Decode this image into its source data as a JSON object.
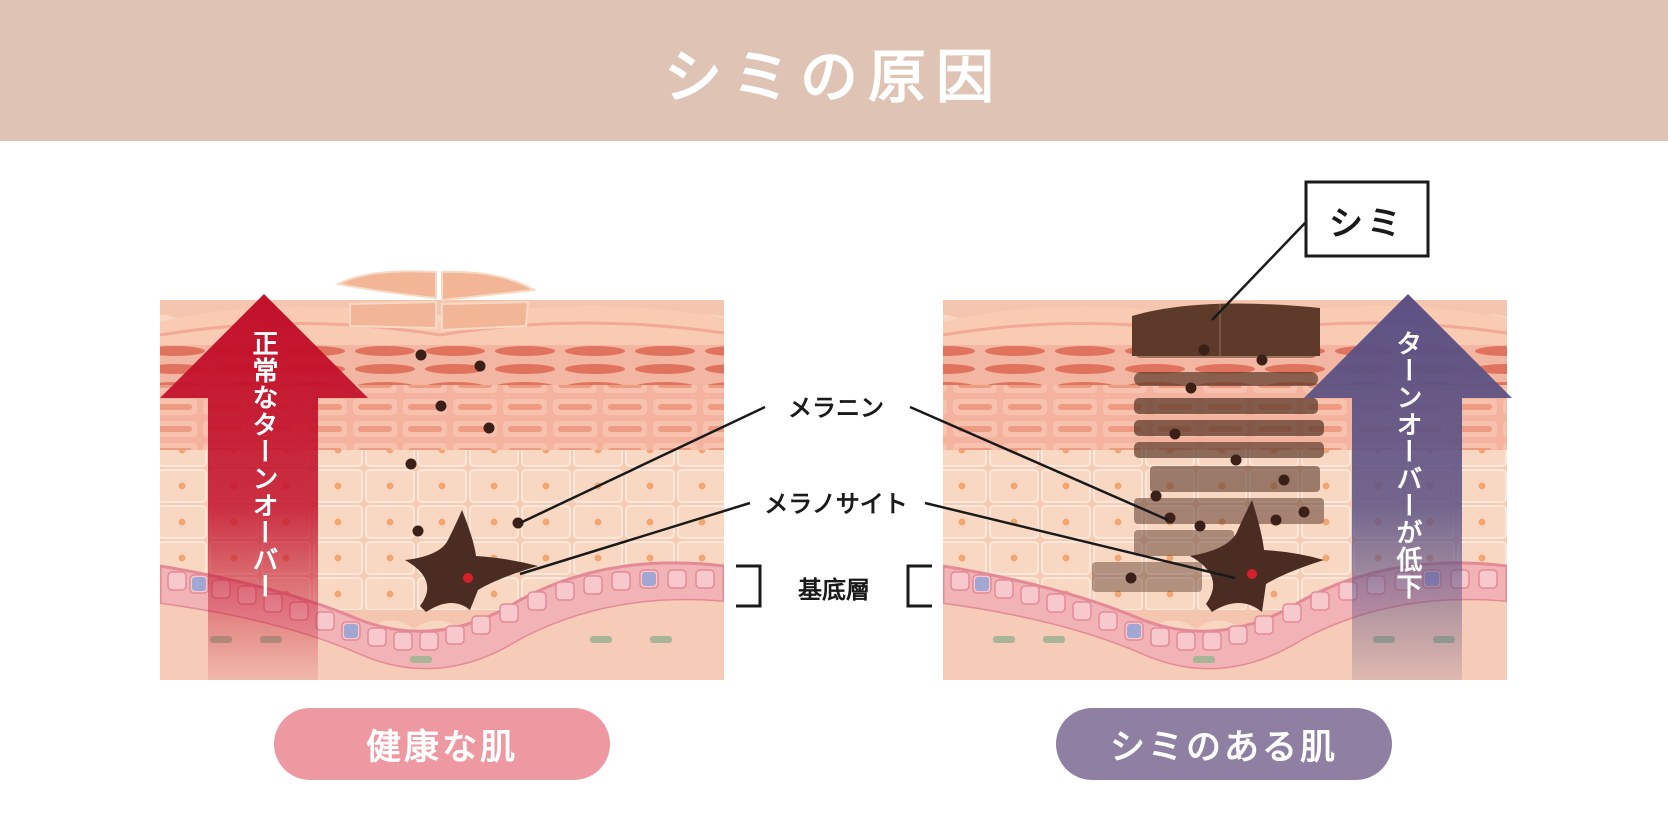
{
  "header": {
    "title": "シミの原因",
    "bg_color": "#dfc3b5"
  },
  "panels": {
    "healthy": {
      "label": "健康な肌",
      "label_color": "#ee98a2",
      "arrow_text": "正常なターンオーバー",
      "arrow_color": "#c2102a"
    },
    "spots": {
      "label": "シミのある肌",
      "label_color": "#8f7fa2",
      "arrow_text": "ターンオーバーが低下",
      "arrow_color": "#5c5183",
      "spot_box_label": "シミ"
    }
  },
  "callouts": {
    "melanin": "メラニン",
    "melanocyte": "メラノサイト",
    "basal_layer": "基底層"
  },
  "colors": {
    "skin_base": "#f4c7ae",
    "skin_light": "#f8dbc6",
    "cell_row": "#f0a894",
    "cell_row_dark": "#e58872",
    "basal_band": "#f2b3b6",
    "melanocyte": "#4a2c22",
    "melanin_dot": "#3b2018",
    "spot_patch": "#5e3a2b"
  }
}
